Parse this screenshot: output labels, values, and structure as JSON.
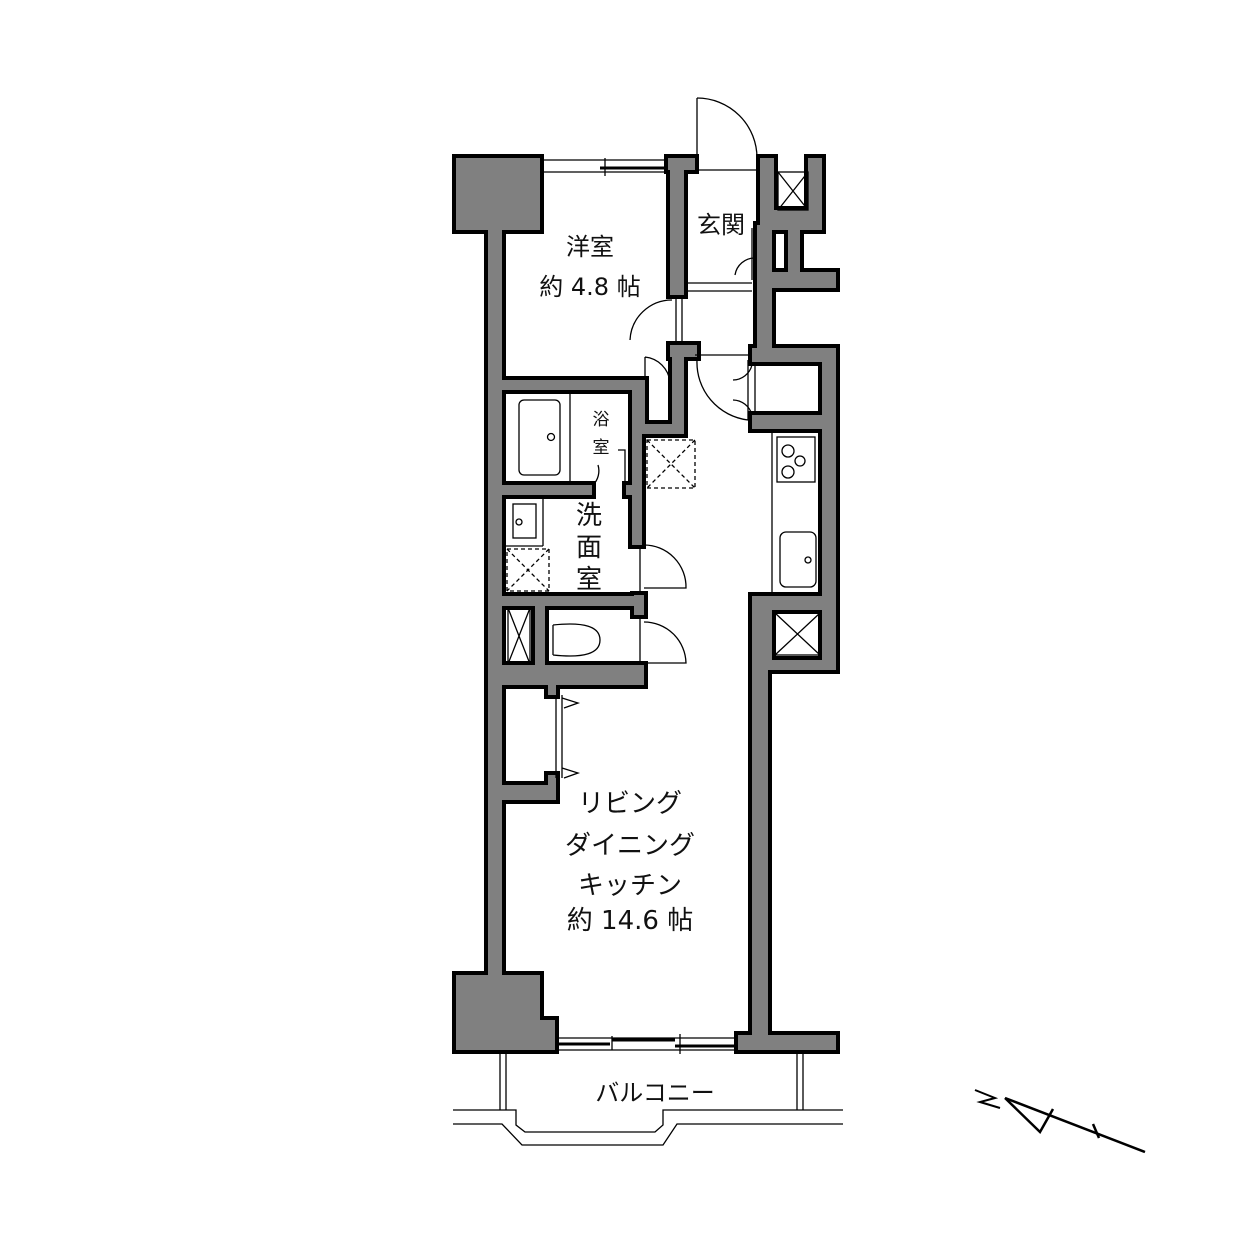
{
  "rooms": {
    "western_room": {
      "name": "洋室",
      "size": "約 4.8 帖"
    },
    "entrance": {
      "name": "玄関"
    },
    "bathroom": {
      "name_line1": "浴",
      "name_line2": "室"
    },
    "washroom": {
      "name_line1": "洗",
      "name_line2": "面",
      "name_line3": "室"
    },
    "ldk": {
      "line1": "リビング",
      "line2": "ダイニング",
      "line3": "キッチン",
      "size": "約 14.6 帖"
    },
    "balcony": {
      "name": "バルコニー"
    }
  },
  "compass": {
    "label": "N"
  },
  "colors": {
    "wall_fill": "#808080",
    "wall_outline": "#000000",
    "background": "#ffffff"
  }
}
